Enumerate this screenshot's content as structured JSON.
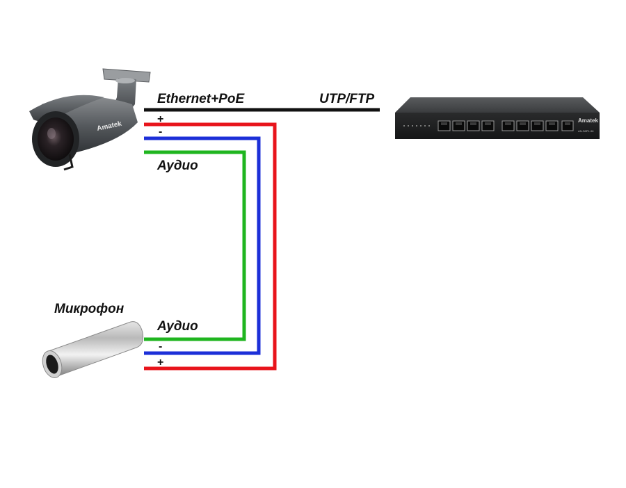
{
  "labels": {
    "ethernet_poe": "Ethernet+PoE",
    "utp_ftp": "UTP/FTP",
    "audio_top": "Аудио",
    "audio_bottom": "Аудио",
    "microphone": "Микрофон",
    "plus_top": "+",
    "minus_top": "-",
    "minus_bottom": "-",
    "plus_bottom": "+"
  },
  "devices": {
    "camera_brand": "Amatek",
    "switch_brand": "Amatek",
    "switch_model": "AN-S8P1-96"
  },
  "colors": {
    "ethernet": "#111111",
    "power_plus": "#e8141b",
    "power_minus": "#1c2fd8",
    "audio": "#1fb51f"
  }
}
